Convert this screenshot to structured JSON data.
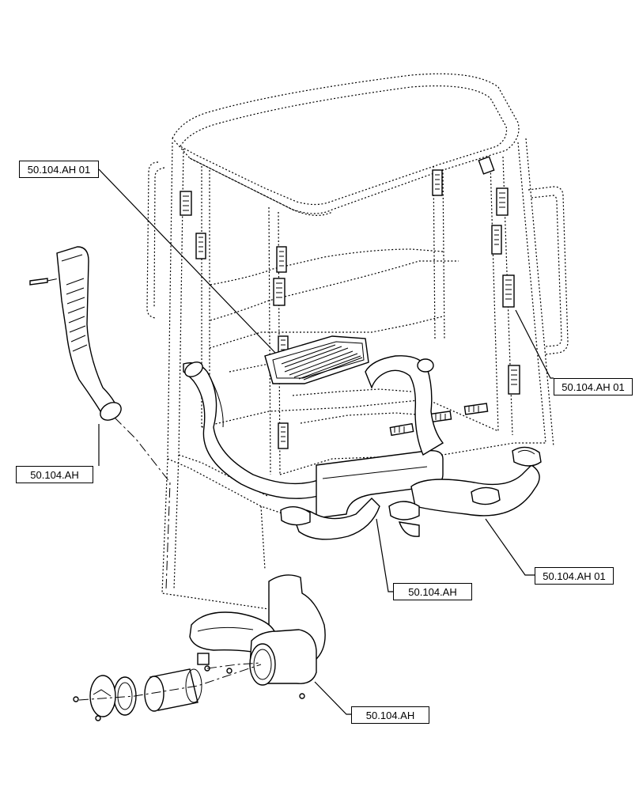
{
  "callouts": [
    {
      "id": "c1",
      "text": "50.104.AH 01"
    },
    {
      "id": "c2",
      "text": "50.104.AH"
    },
    {
      "id": "c3",
      "text": "50.104.AH 01"
    },
    {
      "id": "c4",
      "text": "50.104.AH 01"
    },
    {
      "id": "c5",
      "text": "50.104.AH"
    },
    {
      "id": "c6",
      "text": "50.104.AH"
    }
  ]
}
